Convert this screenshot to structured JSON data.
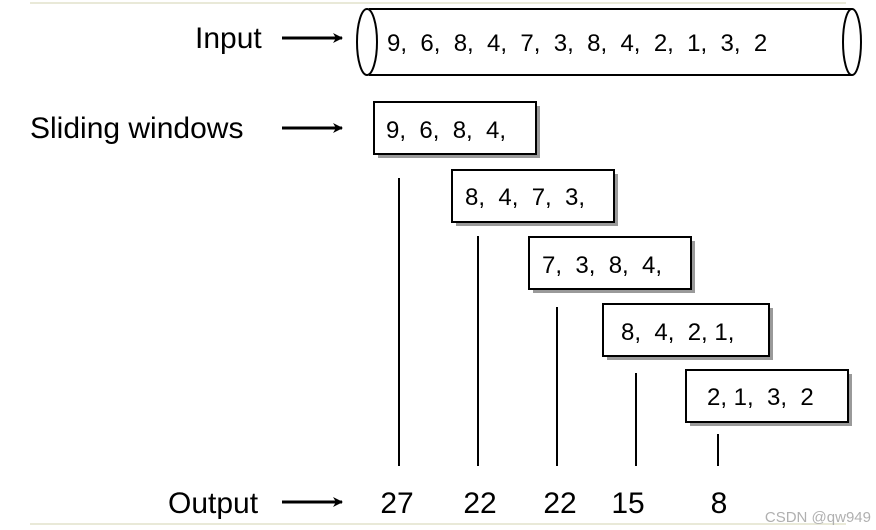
{
  "labels": {
    "input": "Input",
    "sliding_windows": "Sliding windows",
    "output": "Output"
  },
  "input_sequence": "9,  6,  8,  4,  7,  3,  8,  4,  2,  1,  3,  2",
  "windows": [
    "9,  6,  8,  4,",
    "8,  4,  7,  3,",
    "7,  3,  8,  4,",
    "8,  4,  2, 1,",
    "2, 1,  3,  2"
  ],
  "outputs": [
    "27",
    "22",
    "22",
    "15",
    "8"
  ],
  "watermark": "CSDN @qw949",
  "colors": {
    "line": "#000000",
    "box_fill": "#ffffff",
    "shadow": "#9a9a9a",
    "watermark": "#b0b0b0"
  }
}
